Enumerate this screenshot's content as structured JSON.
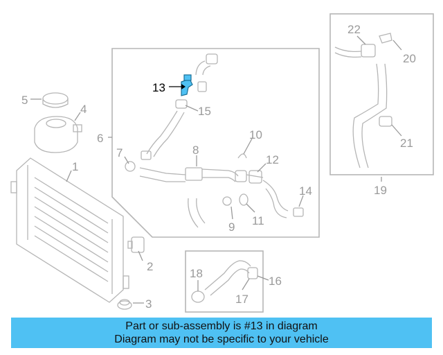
{
  "callouts": {
    "c1": "1",
    "c2": "2",
    "c3": "3",
    "c4": "4",
    "c5": "5",
    "c6": "6",
    "c7": "7",
    "c8": "8",
    "c9": "9",
    "c10": "10",
    "c11": "11",
    "c12": "12",
    "c13": "13",
    "c14": "14",
    "c15": "15",
    "c16": "16",
    "c17": "17",
    "c18": "18",
    "c19": "19",
    "c20": "20",
    "c21": "21",
    "c22": "22"
  },
  "highlight": {
    "callout": "13",
    "color": "#4fc1f3"
  },
  "banner": {
    "line1": "Part or sub-assembly is #13 in diagram",
    "line2": "Diagram may not be specific to your vehicle",
    "background": "#4fc1f3"
  }
}
